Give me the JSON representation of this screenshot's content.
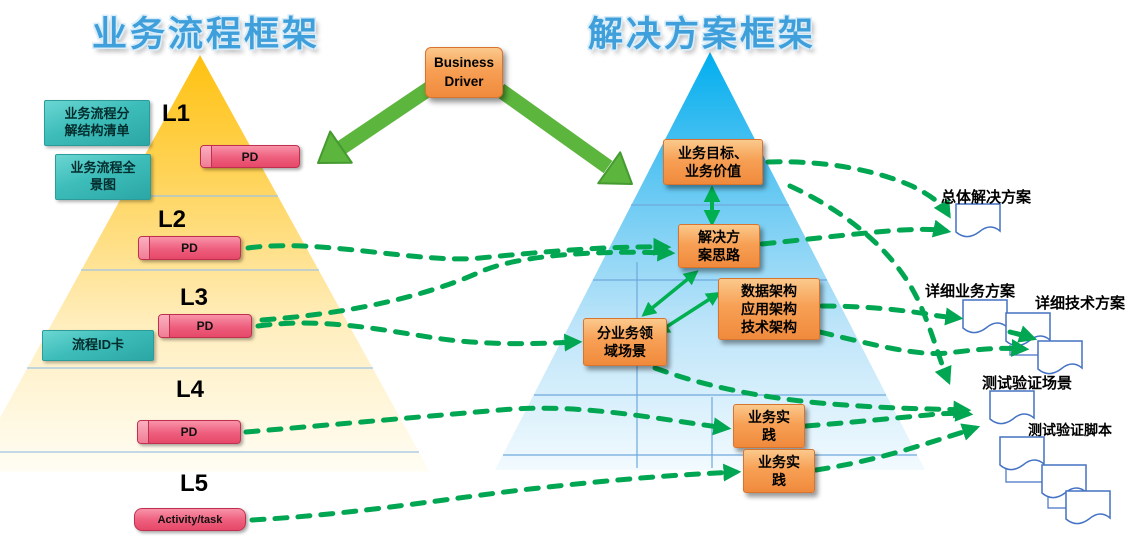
{
  "titles": {
    "left": "业务流程框架",
    "right": "解决方案框架"
  },
  "business_driver": {
    "label": "Business\nDriver"
  },
  "left_pyramid": {
    "levels": [
      "L1",
      "L2",
      "L3",
      "L4",
      "L5"
    ],
    "pd_label": "PD",
    "activity_label": "Activity/task",
    "notes": {
      "decomposition_list": "业务流程分\n解结构清单",
      "panorama": "业务流程全\n景图",
      "process_id_card": "流程ID卡"
    }
  },
  "right_pyramid": {
    "boxes": {
      "business_goal": "业务目标、\n业务价值",
      "solution_idea": "解决方\n案思路",
      "architecture": "数据架构\n应用架构\n技术架构",
      "domain_scenario": "分业务领\n域场景",
      "practice_top": "业务实\n践",
      "practice_bottom": "业务实\n践"
    }
  },
  "documents": {
    "overall_solution": "总体解决方案",
    "detailed_business": "详细业务方案",
    "detailed_technical": "详细技术方案",
    "test_scenario": "测试验证场景",
    "test_script": "测试验证脚本"
  },
  "colors": {
    "title_blue": "#3E9FDB",
    "left_pyramid_gold": "#FFC20E",
    "right_pyramid_cyan": "#00AEEF",
    "green_arrow": "#00A651",
    "orange_box": "#F79447",
    "pink_pd": "#EE5E7D",
    "teal_note": "#3DBDBA",
    "doc_border": "#4472C4"
  }
}
